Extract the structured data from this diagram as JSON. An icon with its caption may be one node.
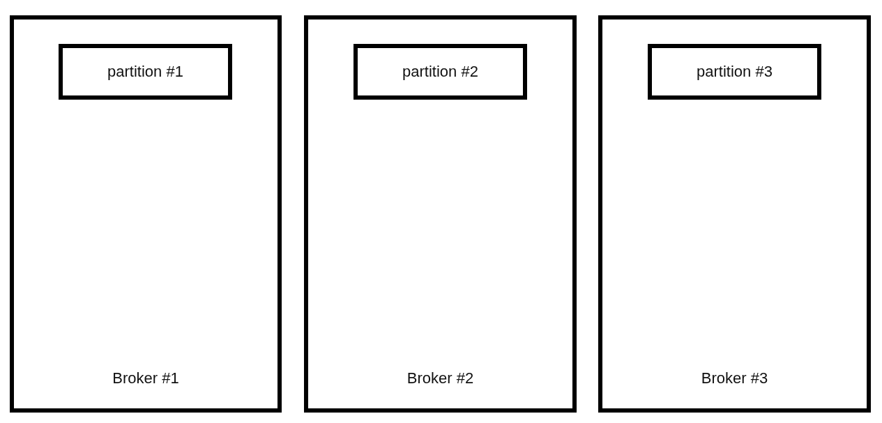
{
  "diagram": {
    "nodes": [
      {
        "text": [
          "Broker #1"
        ]
      },
      {
        "text": [
          "partition #1"
        ],
        "in": 0
      },
      {
        "text": [
          "Broker #2"
        ]
      },
      {
        "text": [
          "partition #2"
        ],
        "in": 2
      },
      {
        "text": [
          "Broker #3"
        ]
      },
      {
        "text": [
          "partition #3"
        ],
        "in": 4
      }
    ]
  }
}
